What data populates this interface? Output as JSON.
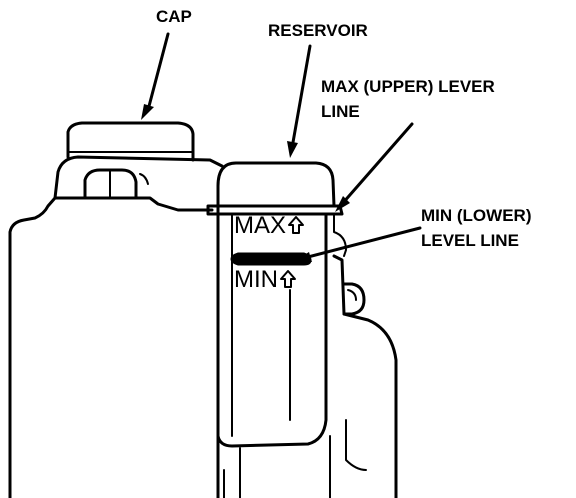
{
  "labels": {
    "cap": "CAP",
    "reservoir": "RESERVOIR",
    "max_callout_line1": "MAX (UPPER) LEVER",
    "max_callout_line2": "LINE",
    "min_callout_line1": "MIN (LOWER)",
    "min_callout_line2": "LEVEL LINE"
  },
  "markings": {
    "max": "MAX",
    "min": "MIN"
  },
  "icons": {
    "max_arrow": "up-arrow-icon",
    "min_arrow": "up-arrow-icon"
  },
  "colors": {
    "ink": "#000000",
    "paper": "#ffffff"
  }
}
